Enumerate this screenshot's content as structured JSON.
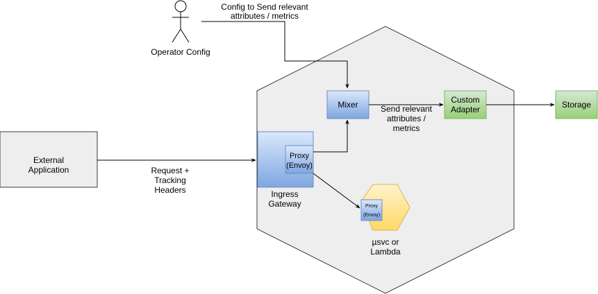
{
  "actor": {
    "label": "Operator Config"
  },
  "config_edge": {
    "label_line1": "Config to Send relevant",
    "label_line2": "attributes / metrics"
  },
  "external_app": {
    "line1": "External",
    "line2": "Application"
  },
  "request_edge": {
    "line1": "Request +",
    "line2": "Tracking",
    "line3": "Headers"
  },
  "ingress": {
    "line1": "Ingress",
    "line2": "Gateway"
  },
  "ingress_proxy": {
    "line1": "Proxy",
    "line2": "(Envoy)"
  },
  "mixer": {
    "label": "Mixer"
  },
  "send_edge": {
    "line1": "Send relevant",
    "line2": "attributes /",
    "line3": "metrics"
  },
  "adapter": {
    "line1": "Custom",
    "line2": "Adapter"
  },
  "storage": {
    "label": "Storage"
  },
  "service": {
    "line1": "µsvc or",
    "line2": "Lambda"
  },
  "service_proxy": {
    "line1": "Proxy",
    "line2": "(Envoy)"
  },
  "colors": {
    "mesh_fill": "#eeeeee",
    "blue_top": "#dae8fc",
    "blue_bottom": "#7ea6e0",
    "green_top": "#d5e8d4",
    "green_bottom": "#97d077",
    "gold_top": "#fff2cc",
    "gold_bottom": "#ffd966"
  }
}
